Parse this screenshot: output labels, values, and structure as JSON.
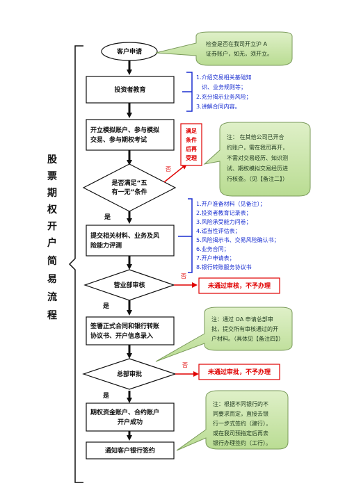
{
  "side_title": [
    "股",
    "票",
    "期",
    "权",
    "开",
    "户",
    "简",
    "易",
    "流",
    "程"
  ],
  "nodes": {
    "start": "客户申请",
    "education": "投资者教育",
    "simulate": [
      "开立模拟账户、参与模拟",
      "交易、参与期权考试"
    ],
    "condition": [
      "是否满足“五",
      "有一无”条件"
    ],
    "submit": [
      "提交相关材料、业务及风",
      "险能力评测"
    ],
    "branch_review": "营业部审核",
    "sign": [
      "签署正式合同和银行转账",
      "协议书、开户信息录入"
    ],
    "hq_review": "总部审批",
    "open_account": [
      "期权资金账户、合约账户",
      "开户成功"
    ],
    "notify": "通知客户银行签约"
  },
  "labels": {
    "yes": "是",
    "no": "否"
  },
  "side_red_box": [
    "满足",
    "条件",
    "后再",
    "受理"
  ],
  "reject_branch": "未通过审核，不予办理",
  "reject_hq": "未通过审批，不予办理",
  "notes": {
    "note1": [
      "检查是否在我司开立沪 A",
      "证券账户，如无，须开立。"
    ],
    "note2": [
      "注：  在其他公司已开合",
      "约账户，需在我司再开，",
      "不需对交易经历、知识测",
      "试、期权模拟交易经历进",
      "行核查。（见【备注二】）"
    ],
    "note3": [
      "注：通过 OA 申请总部审",
      "批，提交所有审核通过的开",
      "户材料。（具体见【备注四】）"
    ],
    "note4": [
      "注：根据不同银行的不",
      "同要求而定，直接去银",
      "行一步式签约（建行），",
      "或在我司预指定后再去",
      "银行办理签约（工行）。"
    ]
  },
  "bracket_lists": {
    "education": [
      "1.介绍交易相关基础知",
      "识、业务规则等；",
      "2.充分揭示业务风险；",
      "3.讲解合同内容。"
    ],
    "materials": [
      "1.开户准备材料（见备注）；",
      "2.投资者教育记录表；",
      "3.风险承受能力问卷；",
      "4.适当性评估表；",
      "5.风险揭示书、交易风险确认书；",
      "6.业务合同；",
      "7.开户申请表；",
      "8.银行转账服务协议书"
    ]
  }
}
